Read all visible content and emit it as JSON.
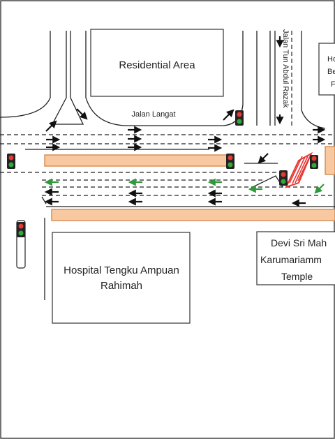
{
  "labels": {
    "residential_area": "Residential Area",
    "jalan_langat": "Jalan Langat",
    "jalan_tun_abdul_razak": "Jalan Tun Abdul Razak",
    "hospital_line1": "Hospital Tengku Ampuan",
    "hospital_line2": "Rahimah",
    "temple_line1": "Devi Sri Mah",
    "temple_line2": "Karumariamm",
    "temple_line3": "Temple",
    "ho_line1": "Ho",
    "ho_line2": "Be",
    "ho_line3": "F"
  },
  "colors": {
    "road_line": "#222222",
    "median_fill": "#f8c9a0",
    "median_stroke": "#d48a4e",
    "crossing": "#e53935",
    "arrow_black": "#111111",
    "arrow_green": "#2e9a3a",
    "signal_red": "#e53935",
    "signal_green": "#2eaa3a"
  },
  "icons": {
    "traffic_light": "traffic-light-icon",
    "arrow": "arrow-icon",
    "crossing": "pedestrian-crossing-icon"
  }
}
